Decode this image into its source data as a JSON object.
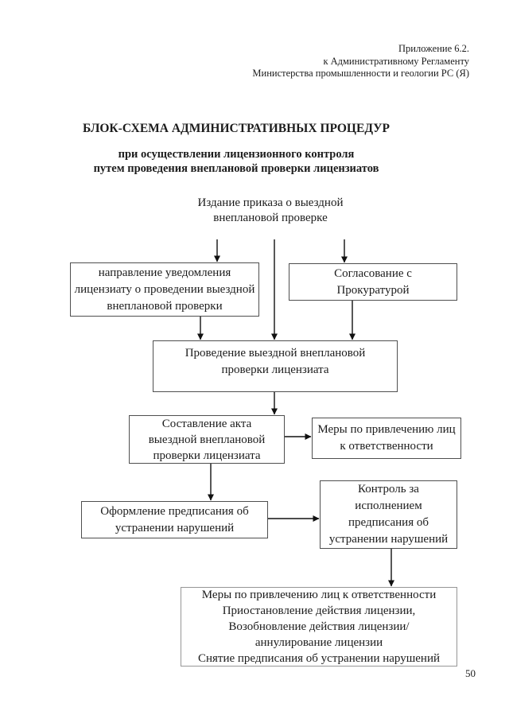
{
  "page": {
    "header_lines": "Приложение 6.2.\nк  Административному Регламенту\nМинистерства промышленности и геологии РС (Я)",
    "title": "БЛОК-СХЕМА АДМИНИСТРАТИВНЫХ ПРОЦЕДУР",
    "subtitle": "при осуществлении лицензионного контроля\nпутем проведения  внеплановой проверки лицензиатов",
    "page_number": "50"
  },
  "colors": {
    "text": "#1c1c1c",
    "box_border": "#4f4f4f",
    "final_box_border": "#969696",
    "arrow": "#111111"
  },
  "flowchart": {
    "start_label": "Издание приказа о выездной\nвнеплановой проверке",
    "nodes": {
      "notify": "направление уведомления\nлицензиату о проведении выездной\nвнеплановой проверки",
      "prosecutor": "Согласование с\nПрокуратурой",
      "inspection": "Проведение выездной внеплановой\nпроверки лицензиата",
      "act": "Составление акта\nвыездной внеплановой\nпроверки лицензиата",
      "measures": "Меры по привлечению лиц\nк ответственности",
      "prescription": "Оформление предписания об\nустранении нарушений",
      "control": "Контроль за\nисполнением\nпредписания об\nустранении нарушений",
      "final": "Меры по привлечению лиц к ответственности\nПриостановление  действия лицензии,\nВозобновление действия лицензии/\nаннулирование лицензии\nСнятие предписания об устранении нарушений"
    },
    "edges": [
      "start -> notify",
      "start -> inspection",
      "start -> prosecutor",
      "notify -> inspection",
      "prosecutor -> inspection",
      "inspection -> act",
      "act -> measures",
      "act -> prescription",
      "prescription -> control",
      "control -> final"
    ]
  }
}
